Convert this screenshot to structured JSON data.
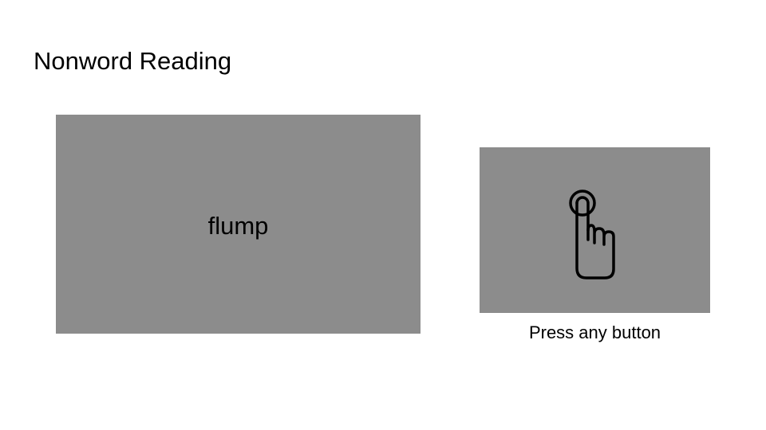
{
  "page": {
    "title": "Nonword Reading"
  },
  "stimulus": {
    "word": "flump"
  },
  "response": {
    "icon": "pointing-finger-icon",
    "prompt": "Press any button"
  },
  "colors": {
    "background": "#ffffff",
    "panel": "#8c8c8c",
    "text": "#000000"
  }
}
